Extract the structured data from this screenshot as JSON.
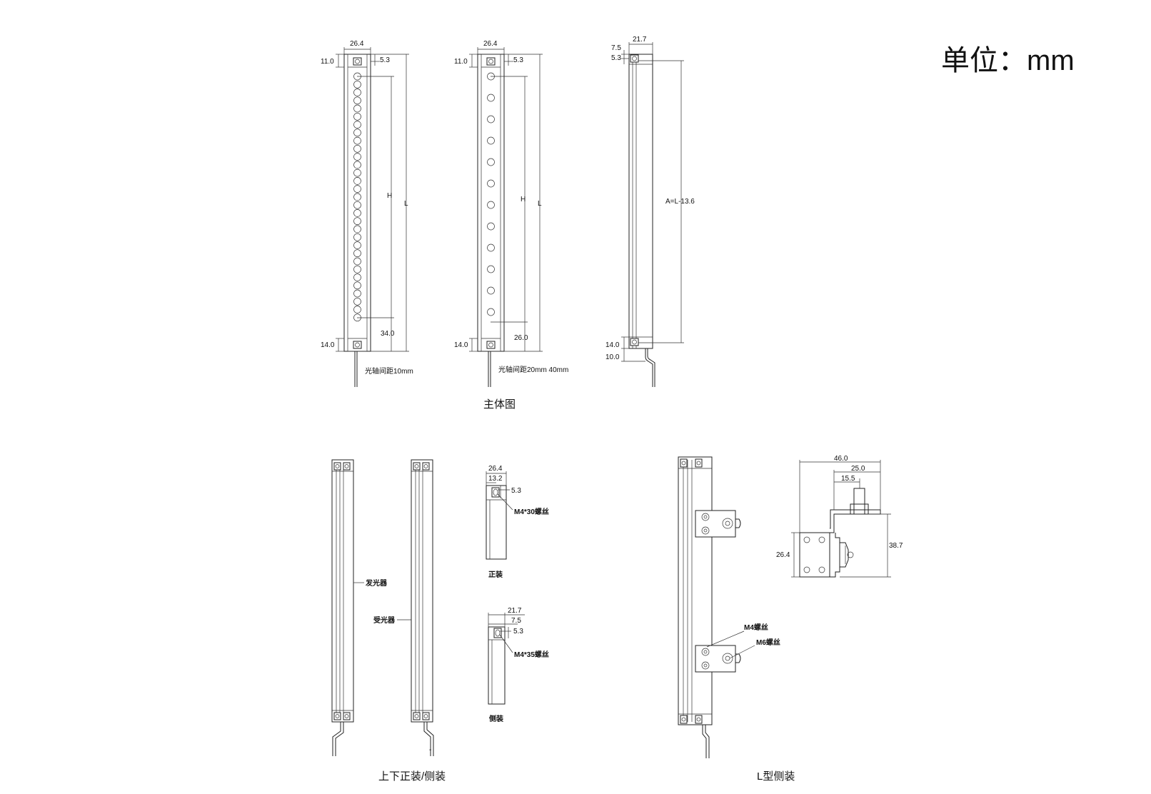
{
  "unit_label": "单位：mm",
  "views": {
    "main": {
      "caption": "主体图",
      "view1": {
        "width": "26.4",
        "top_offset": "11.0",
        "hole": "5.3",
        "h": "H",
        "l": "L",
        "bottom_lens": "34.0",
        "bottom": "14.0",
        "pitch_note": "光轴间距10mm"
      },
      "view2": {
        "width": "26.4",
        "top_offset": "11.0",
        "hole": "5.3",
        "h": "H",
        "l": "L",
        "bottom_lens": "26.0",
        "bottom": "14.0",
        "pitch_note": "光轴间距20mm 40mm"
      },
      "view3": {
        "width": "21.7",
        "top_offset": "7.5",
        "hole": "5.3",
        "a": "A=L-13.6",
        "bottom": "14.0",
        "bottom2": "10.0"
      }
    },
    "mount": {
      "caption": "上下正装/侧装",
      "emitter": "发光器",
      "receiver": "受光器",
      "front": {
        "width": "26.4",
        "half": "13.2",
        "hole": "5.3",
        "screw": "M4*30螺丝",
        "label": "正装"
      },
      "side": {
        "width": "21.7",
        "offset": "7.5",
        "hole": "5.3",
        "screw": "M4*35螺丝",
        "label": "侧装"
      },
      "dash": "-"
    },
    "l_side": {
      "caption": "L型侧装",
      "m4": "M4螺丝",
      "m6": "M6螺丝",
      "bracket": {
        "w": "46.0",
        "w2": "25.0",
        "w3": "15.5",
        "h1": "26.4",
        "h2": "38.7"
      }
    }
  }
}
